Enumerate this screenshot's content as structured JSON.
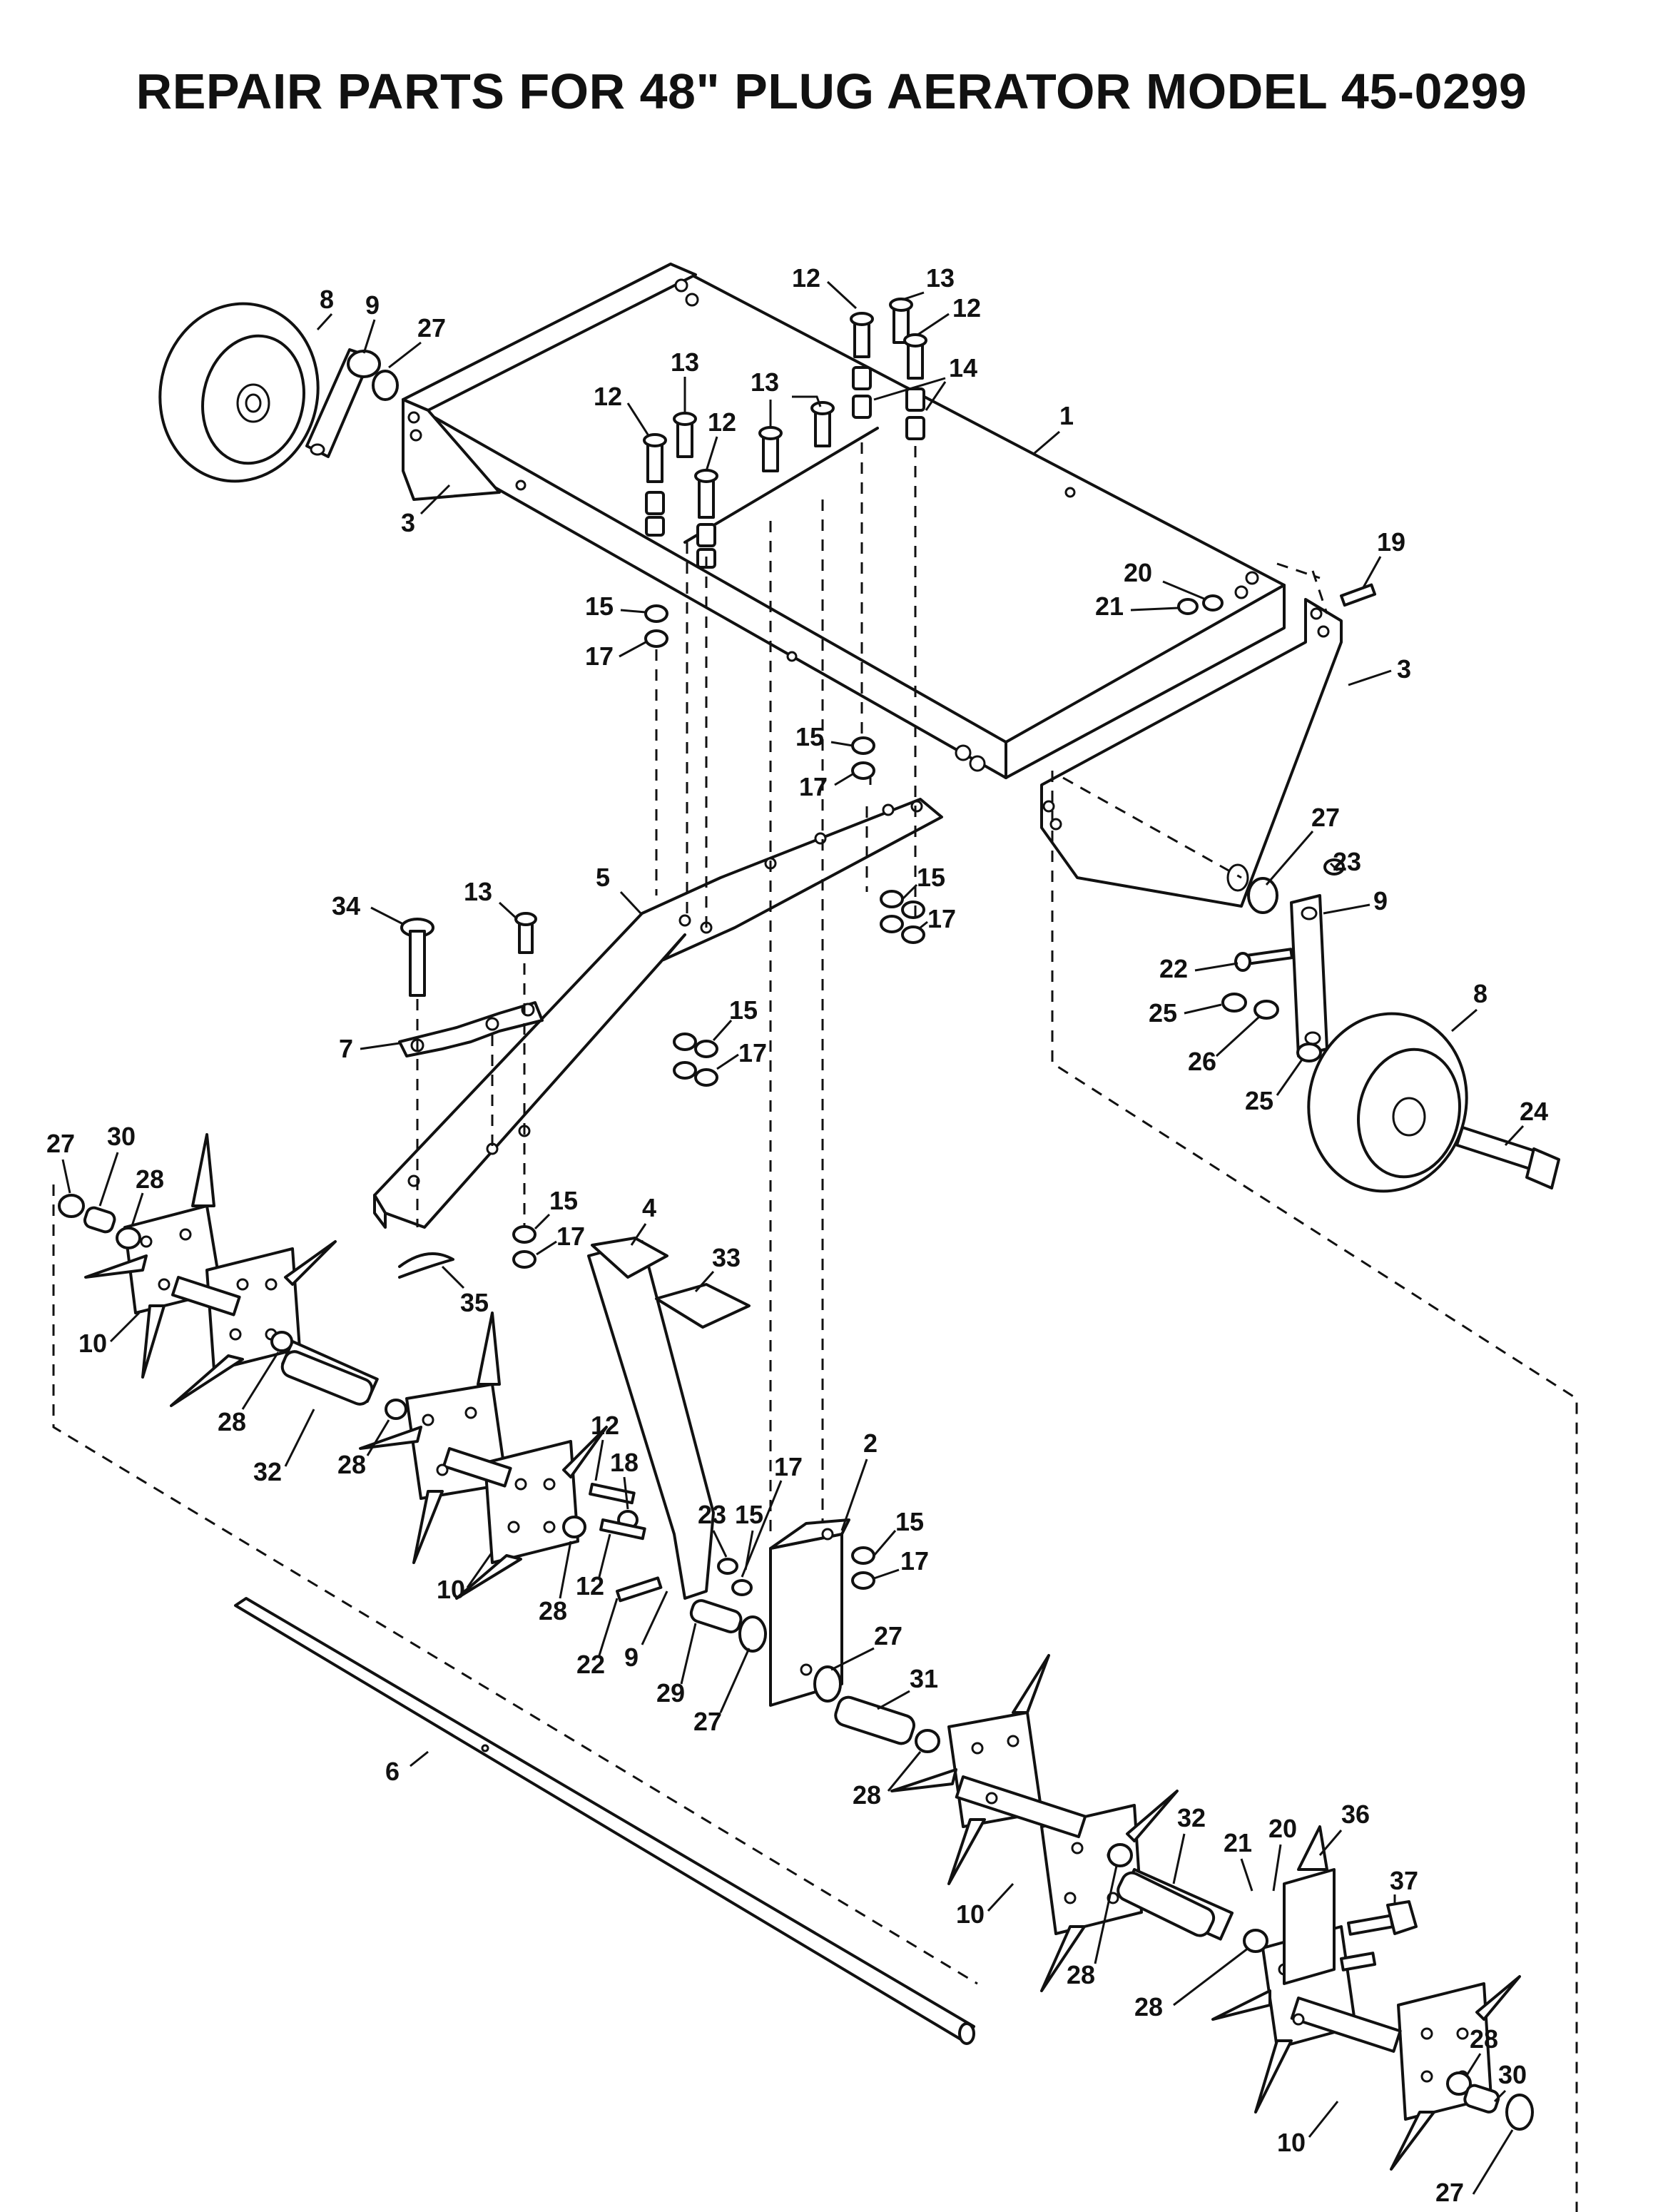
{
  "title": "REPAIR PARTS FOR 48\" PLUG AERATOR  MODEL 45-0299",
  "diagram": {
    "callouts": [
      "8",
      "9",
      "27",
      "12",
      "13",
      "12",
      "13",
      "12",
      "13",
      "12",
      "14",
      "1",
      "3",
      "19",
      "20",
      "21",
      "15",
      "17",
      "15",
      "17",
      "3",
      "27",
      "23",
      "9",
      "22",
      "25",
      "26",
      "25",
      "8",
      "24",
      "5",
      "34",
      "13",
      "15",
      "17",
      "7",
      "15",
      "17",
      "15",
      "17",
      "35",
      "4",
      "33",
      "27",
      "30",
      "28",
      "10",
      "28",
      "32",
      "28",
      "12",
      "18",
      "10",
      "28",
      "12",
      "22",
      "9",
      "29",
      "27",
      "23",
      "15",
      "17",
      "2",
      "15",
      "17",
      "27",
      "31",
      "28",
      "6",
      "10",
      "32",
      "21",
      "20",
      "36",
      "37",
      "28",
      "28",
      "28",
      "30",
      "10",
      "27"
    ]
  }
}
